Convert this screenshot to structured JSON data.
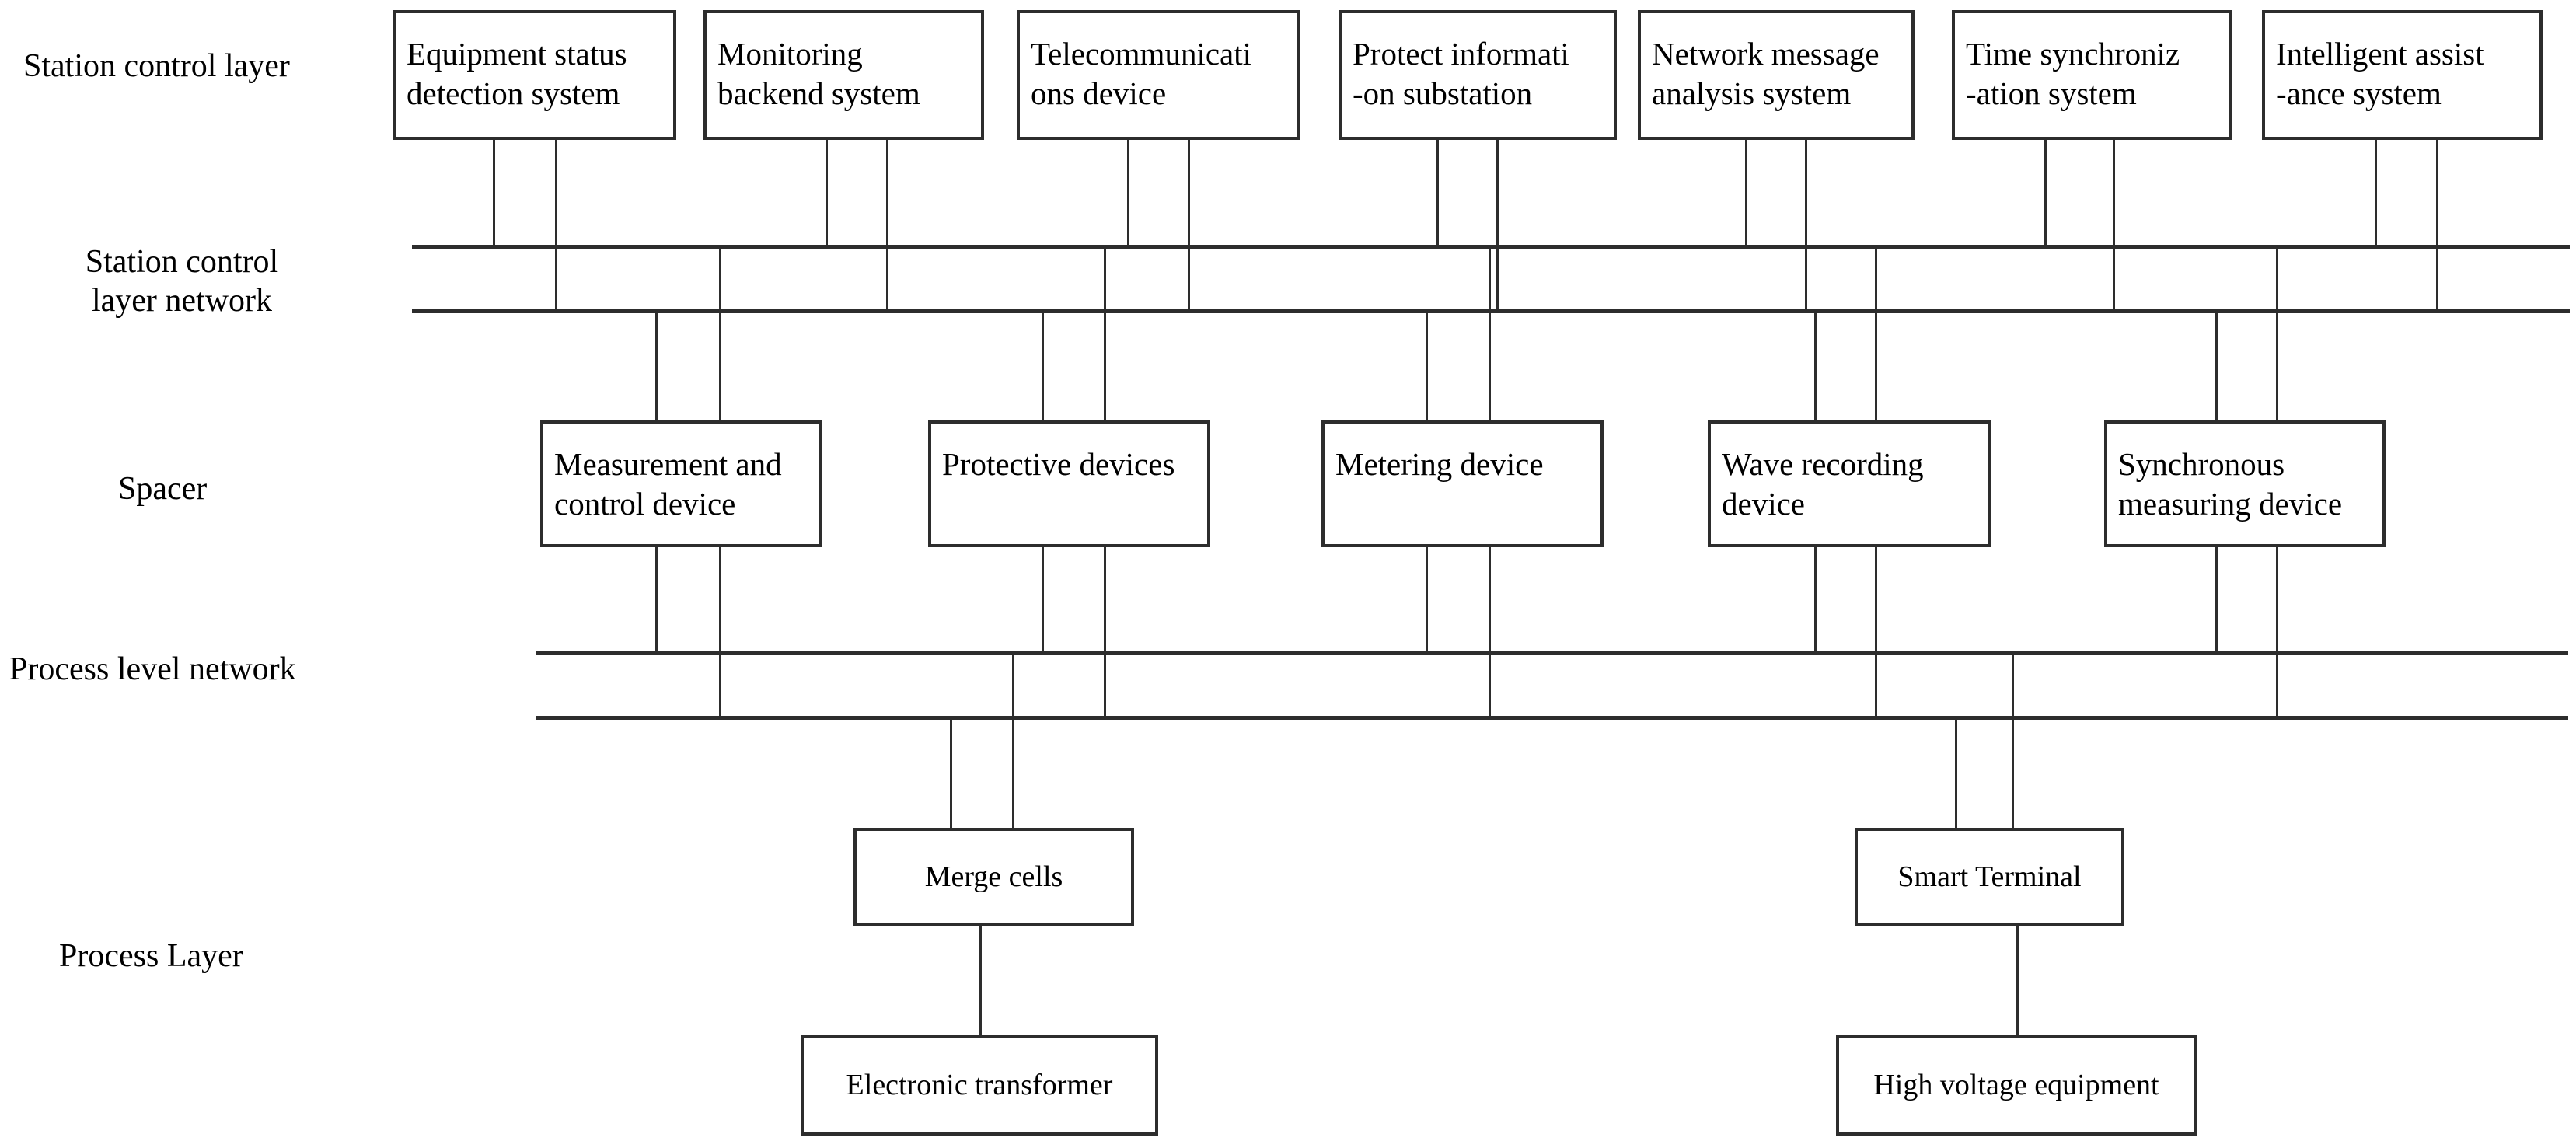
{
  "diagram": {
    "left_labels": {
      "station_control_layer": "Station control layer",
      "station_network": "Station control\nlayer network",
      "spacer": "Spacer",
      "process_network": "Process level network",
      "process_layer": "Process Layer"
    },
    "station_layer_boxes": [
      {
        "label": "Equipment status\ndetection system"
      },
      {
        "label": "Monitoring\nbackend system"
      },
      {
        "label": "Telecommunicati\nons device"
      },
      {
        "label": "Protect informati\n-on substation"
      },
      {
        "label": "Network message\nanalysis system"
      },
      {
        "label": "Time synchroniz\n-ation system"
      },
      {
        "label": "Intelligent assist\n-ance system"
      }
    ],
    "bay_layer_boxes": [
      {
        "label": "Measurement and\ncontrol device"
      },
      {
        "label": "Protective devices"
      },
      {
        "label": "Metering device"
      },
      {
        "label": "Wave recording\ndevice"
      },
      {
        "label": "Synchronous\nmeasuring device"
      }
    ],
    "process_layer_boxes": {
      "merge_cells": "Merge cells",
      "smart_terminal": "Smart Terminal",
      "electronic_transformer": "Electronic transformer",
      "high_voltage_equipment": "High voltage equipment"
    },
    "colors": {
      "line": "#2d2d2d",
      "background": "#ffffff",
      "text": "#000000"
    }
  }
}
